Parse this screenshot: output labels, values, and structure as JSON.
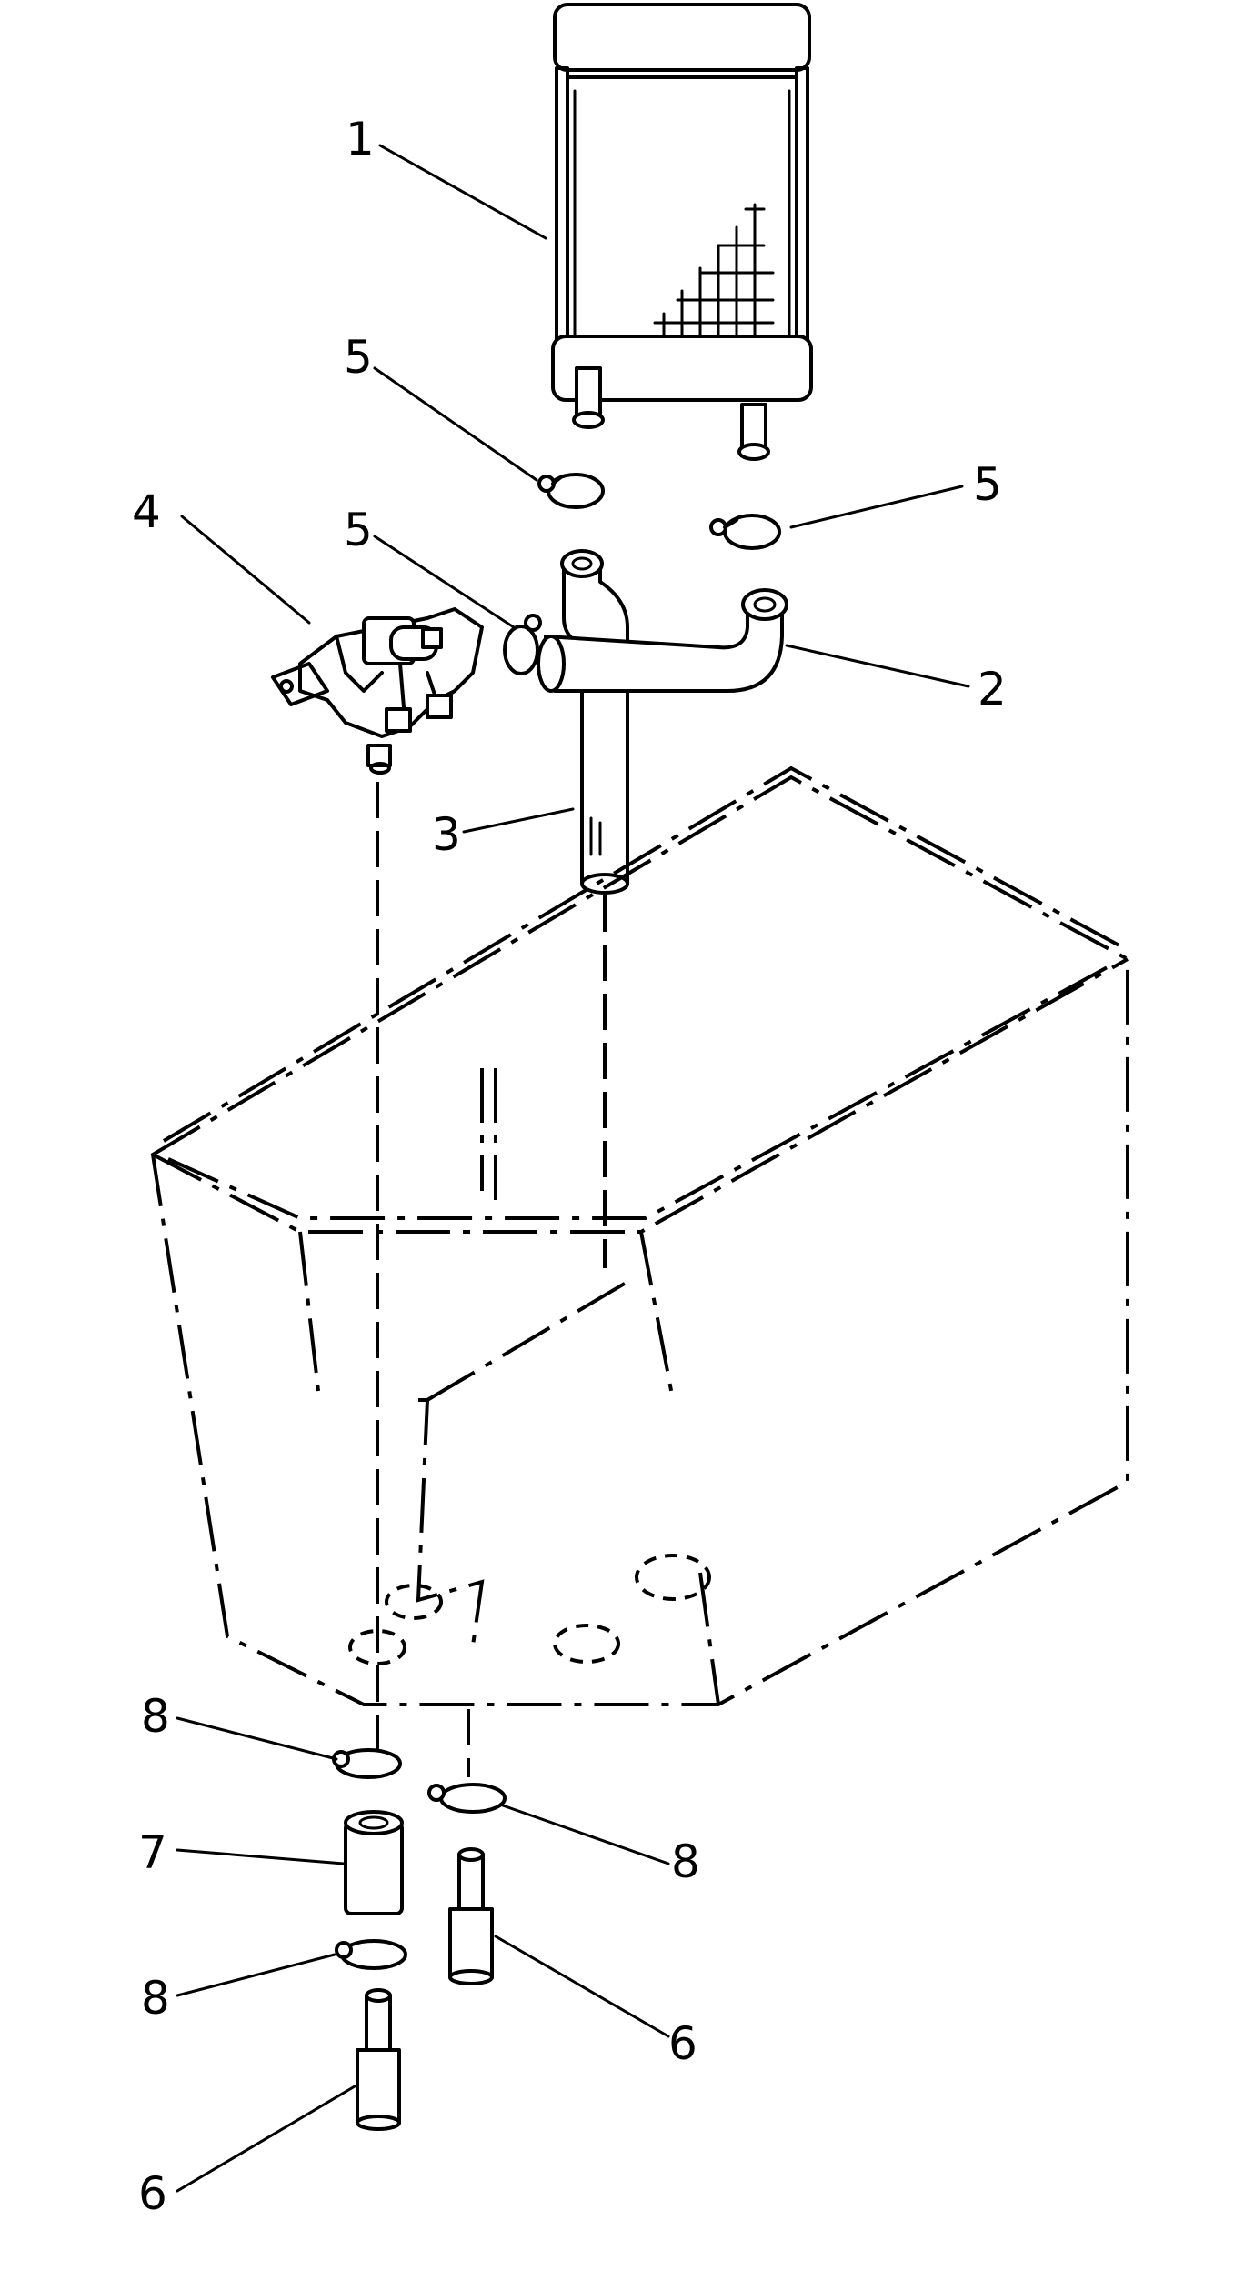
{
  "callouts": [
    {
      "id": "c1",
      "label": "1"
    },
    {
      "id": "c2",
      "label": "2"
    },
    {
      "id": "c3",
      "label": "3"
    },
    {
      "id": "c4",
      "label": "4"
    },
    {
      "id": "c5a",
      "label": "5"
    },
    {
      "id": "c5b",
      "label": "5"
    },
    {
      "id": "c5c",
      "label": "5"
    },
    {
      "id": "c6a",
      "label": "6"
    },
    {
      "id": "c6b",
      "label": "6"
    },
    {
      "id": "c7",
      "label": "7"
    },
    {
      "id": "c8a",
      "label": "8"
    },
    {
      "id": "c8b",
      "label": "8"
    },
    {
      "id": "c8c",
      "label": "8"
    }
  ]
}
